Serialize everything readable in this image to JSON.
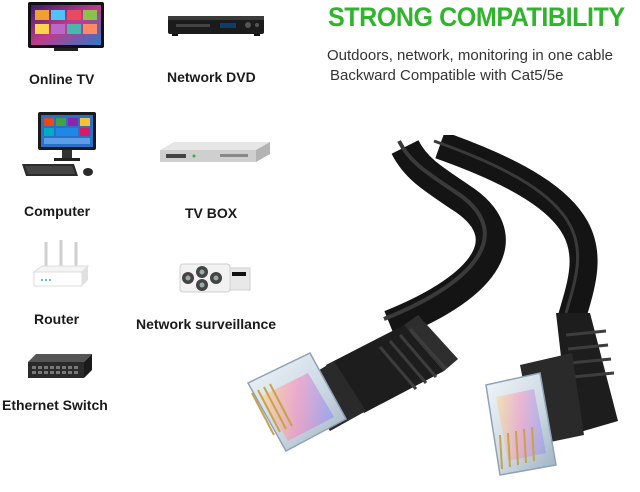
{
  "header": {
    "title": "STRONG COMPATIBILITY",
    "line1": "Outdoors, network, monitoring in one cable",
    "line2": "Backward Compatible with Cat5/5e"
  },
  "devices": [
    {
      "label": "Online TV",
      "icon": "tv-icon"
    },
    {
      "label": "Network DVD",
      "icon": "dvd-player-icon"
    },
    {
      "label": "Computer",
      "icon": "computer-icon"
    },
    {
      "label": "TV BOX",
      "icon": "tv-box-icon"
    },
    {
      "label": "Router",
      "icon": "router-icon"
    },
    {
      "label": "Network surveillance",
      "icon": "camera-icon"
    },
    {
      "label": "Ethernet Switch",
      "icon": "switch-icon"
    }
  ],
  "colors": {
    "title": "#2fb52c",
    "cable": "#141414",
    "text": "#1a1a1a"
  }
}
